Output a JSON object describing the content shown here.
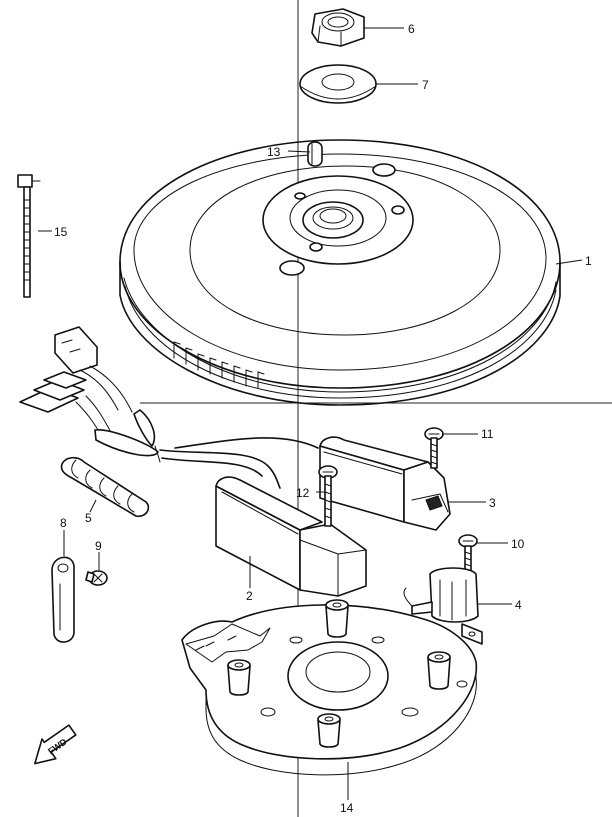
{
  "diagram": {
    "callouts": [
      {
        "id": "c1",
        "label": "1"
      },
      {
        "id": "c2",
        "label": "2"
      },
      {
        "id": "c3",
        "label": "3"
      },
      {
        "id": "c4",
        "label": "4"
      },
      {
        "id": "c5",
        "label": "5"
      },
      {
        "id": "c6",
        "label": "6"
      },
      {
        "id": "c7",
        "label": "7"
      },
      {
        "id": "c8",
        "label": "8"
      },
      {
        "id": "c9",
        "label": "9"
      },
      {
        "id": "c10",
        "label": "10"
      },
      {
        "id": "c11",
        "label": "11"
      },
      {
        "id": "c12",
        "label": "12"
      },
      {
        "id": "c13",
        "label": "13"
      },
      {
        "id": "c14",
        "label": "14"
      },
      {
        "id": "c15",
        "label": "15"
      }
    ],
    "direction_marker": "FWD"
  }
}
